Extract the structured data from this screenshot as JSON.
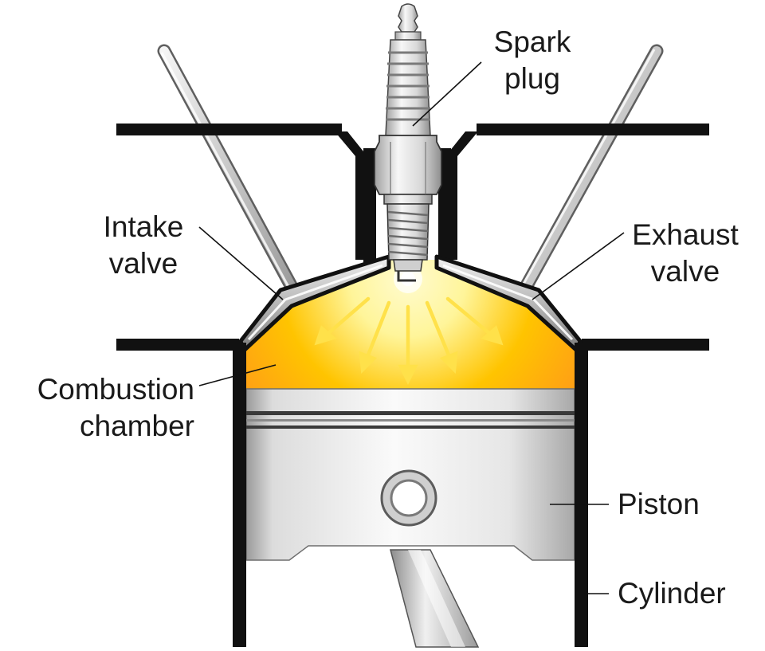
{
  "labels": {
    "spark_plug": [
      "Spark",
      "plug"
    ],
    "intake_valve": [
      "Intake",
      "valve"
    ],
    "exhaust_valve": [
      "Exhaust",
      "valve"
    ],
    "combustion_chamber": [
      "Combustion",
      "chamber"
    ],
    "piston": "Piston",
    "cylinder": "Cylinder"
  },
  "colors": {
    "outline": "#111111",
    "metal_light": "#f2f2f2",
    "metal_mid": "#c8c8c8",
    "metal_dark": "#8a8a8a",
    "flame_core": "#fff59a",
    "flame_mid": "#ffc400",
    "flame_edge": "#ff8f1f",
    "arrow": "#ffe14a"
  },
  "icons": {
    "spark": "spark-burst-icon",
    "arrows": "flame-front-arrow-icon"
  }
}
